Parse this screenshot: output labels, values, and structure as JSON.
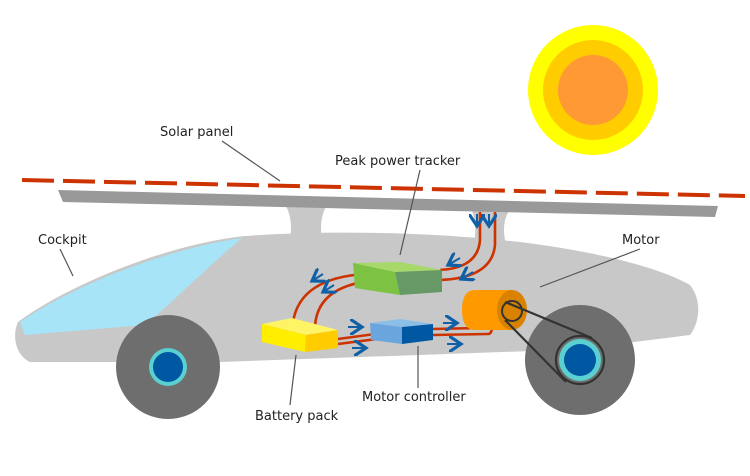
{
  "labels": {
    "solar_panel": "Solar panel",
    "peak_power_tracker": "Peak power tracker",
    "cockpit": "Cockpit",
    "motor": "Motor",
    "battery_pack": "Battery pack",
    "motor_controller": "Motor controller"
  },
  "colors": {
    "sun_outer": "#ffff00",
    "sun_middle": "#ffcc00",
    "sun_inner": "#ff9933",
    "solar_cells": "#cc3300",
    "body": "#c8c8c8",
    "cockpit": "#a8e4f8",
    "wire": "#cc3300",
    "arrow": "#1060a8",
    "tracker": "#7dc242",
    "battery": "#ffee00",
    "controller": "#6aa6dd",
    "motor": "#ff9900",
    "wheel": "#6e6e6e",
    "hub": "#0058a3"
  }
}
